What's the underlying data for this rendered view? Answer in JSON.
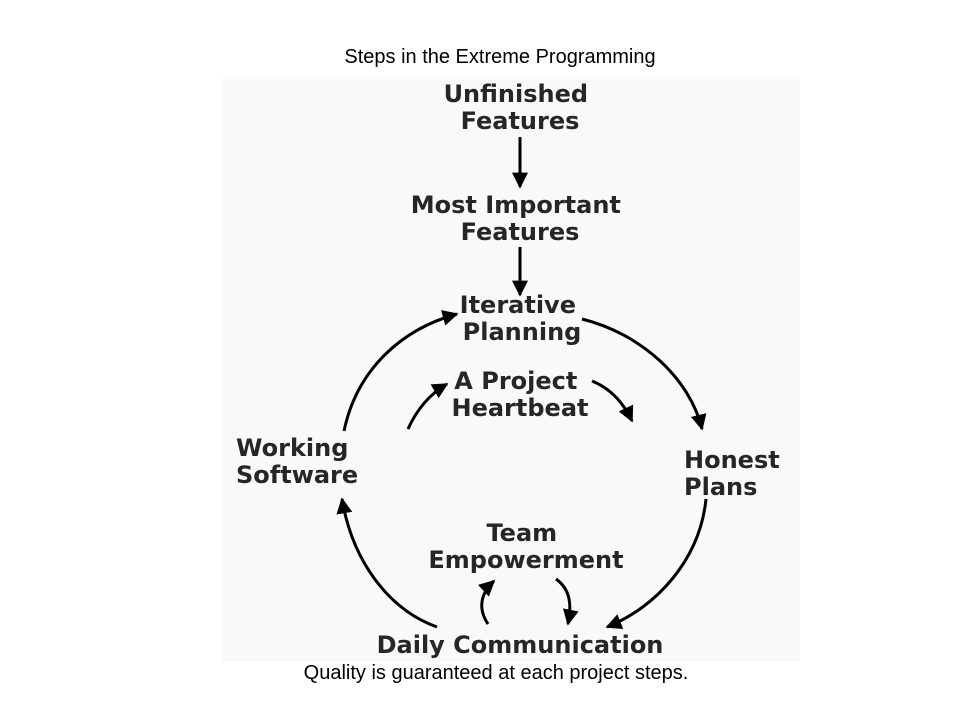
{
  "title": "Steps in the Extreme Programming",
  "caption": "Quality is guaranteed at each project steps.",
  "diagram": {
    "nodes": {
      "unfinished_features": [
        "Unfinished",
        "Features"
      ],
      "most_important_features": [
        "Most Important",
        "Features"
      ],
      "iterative_planning": [
        "Iterative",
        "Planning"
      ],
      "project_heartbeat": [
        "A Project",
        "Heartbeat"
      ],
      "honest_plans": [
        "Honest",
        "Plans"
      ],
      "working_software": [
        "Working",
        "Software"
      ],
      "team_empowerment": [
        "Team",
        "Empowerment"
      ],
      "daily_communication": [
        "Daily Communication"
      ]
    },
    "edges": [
      {
        "from": "Unfinished Features",
        "to": "Most Important Features"
      },
      {
        "from": "Most Important Features",
        "to": "Iterative Planning"
      },
      {
        "from": "Iterative Planning",
        "to": "Honest Plans"
      },
      {
        "from": "Honest Plans",
        "to": "Daily Communication"
      },
      {
        "from": "Daily Communication",
        "to": "Working Software"
      },
      {
        "from": "Working Software",
        "to": "Iterative Planning"
      },
      {
        "from": "Team Empowerment",
        "to": "Daily Communication"
      },
      {
        "from": "Daily Communication",
        "to": "Team Empowerment"
      }
    ],
    "colors": {
      "text": "#262626",
      "arrow": "#000000",
      "figure_background": "#f9f9f9"
    }
  }
}
